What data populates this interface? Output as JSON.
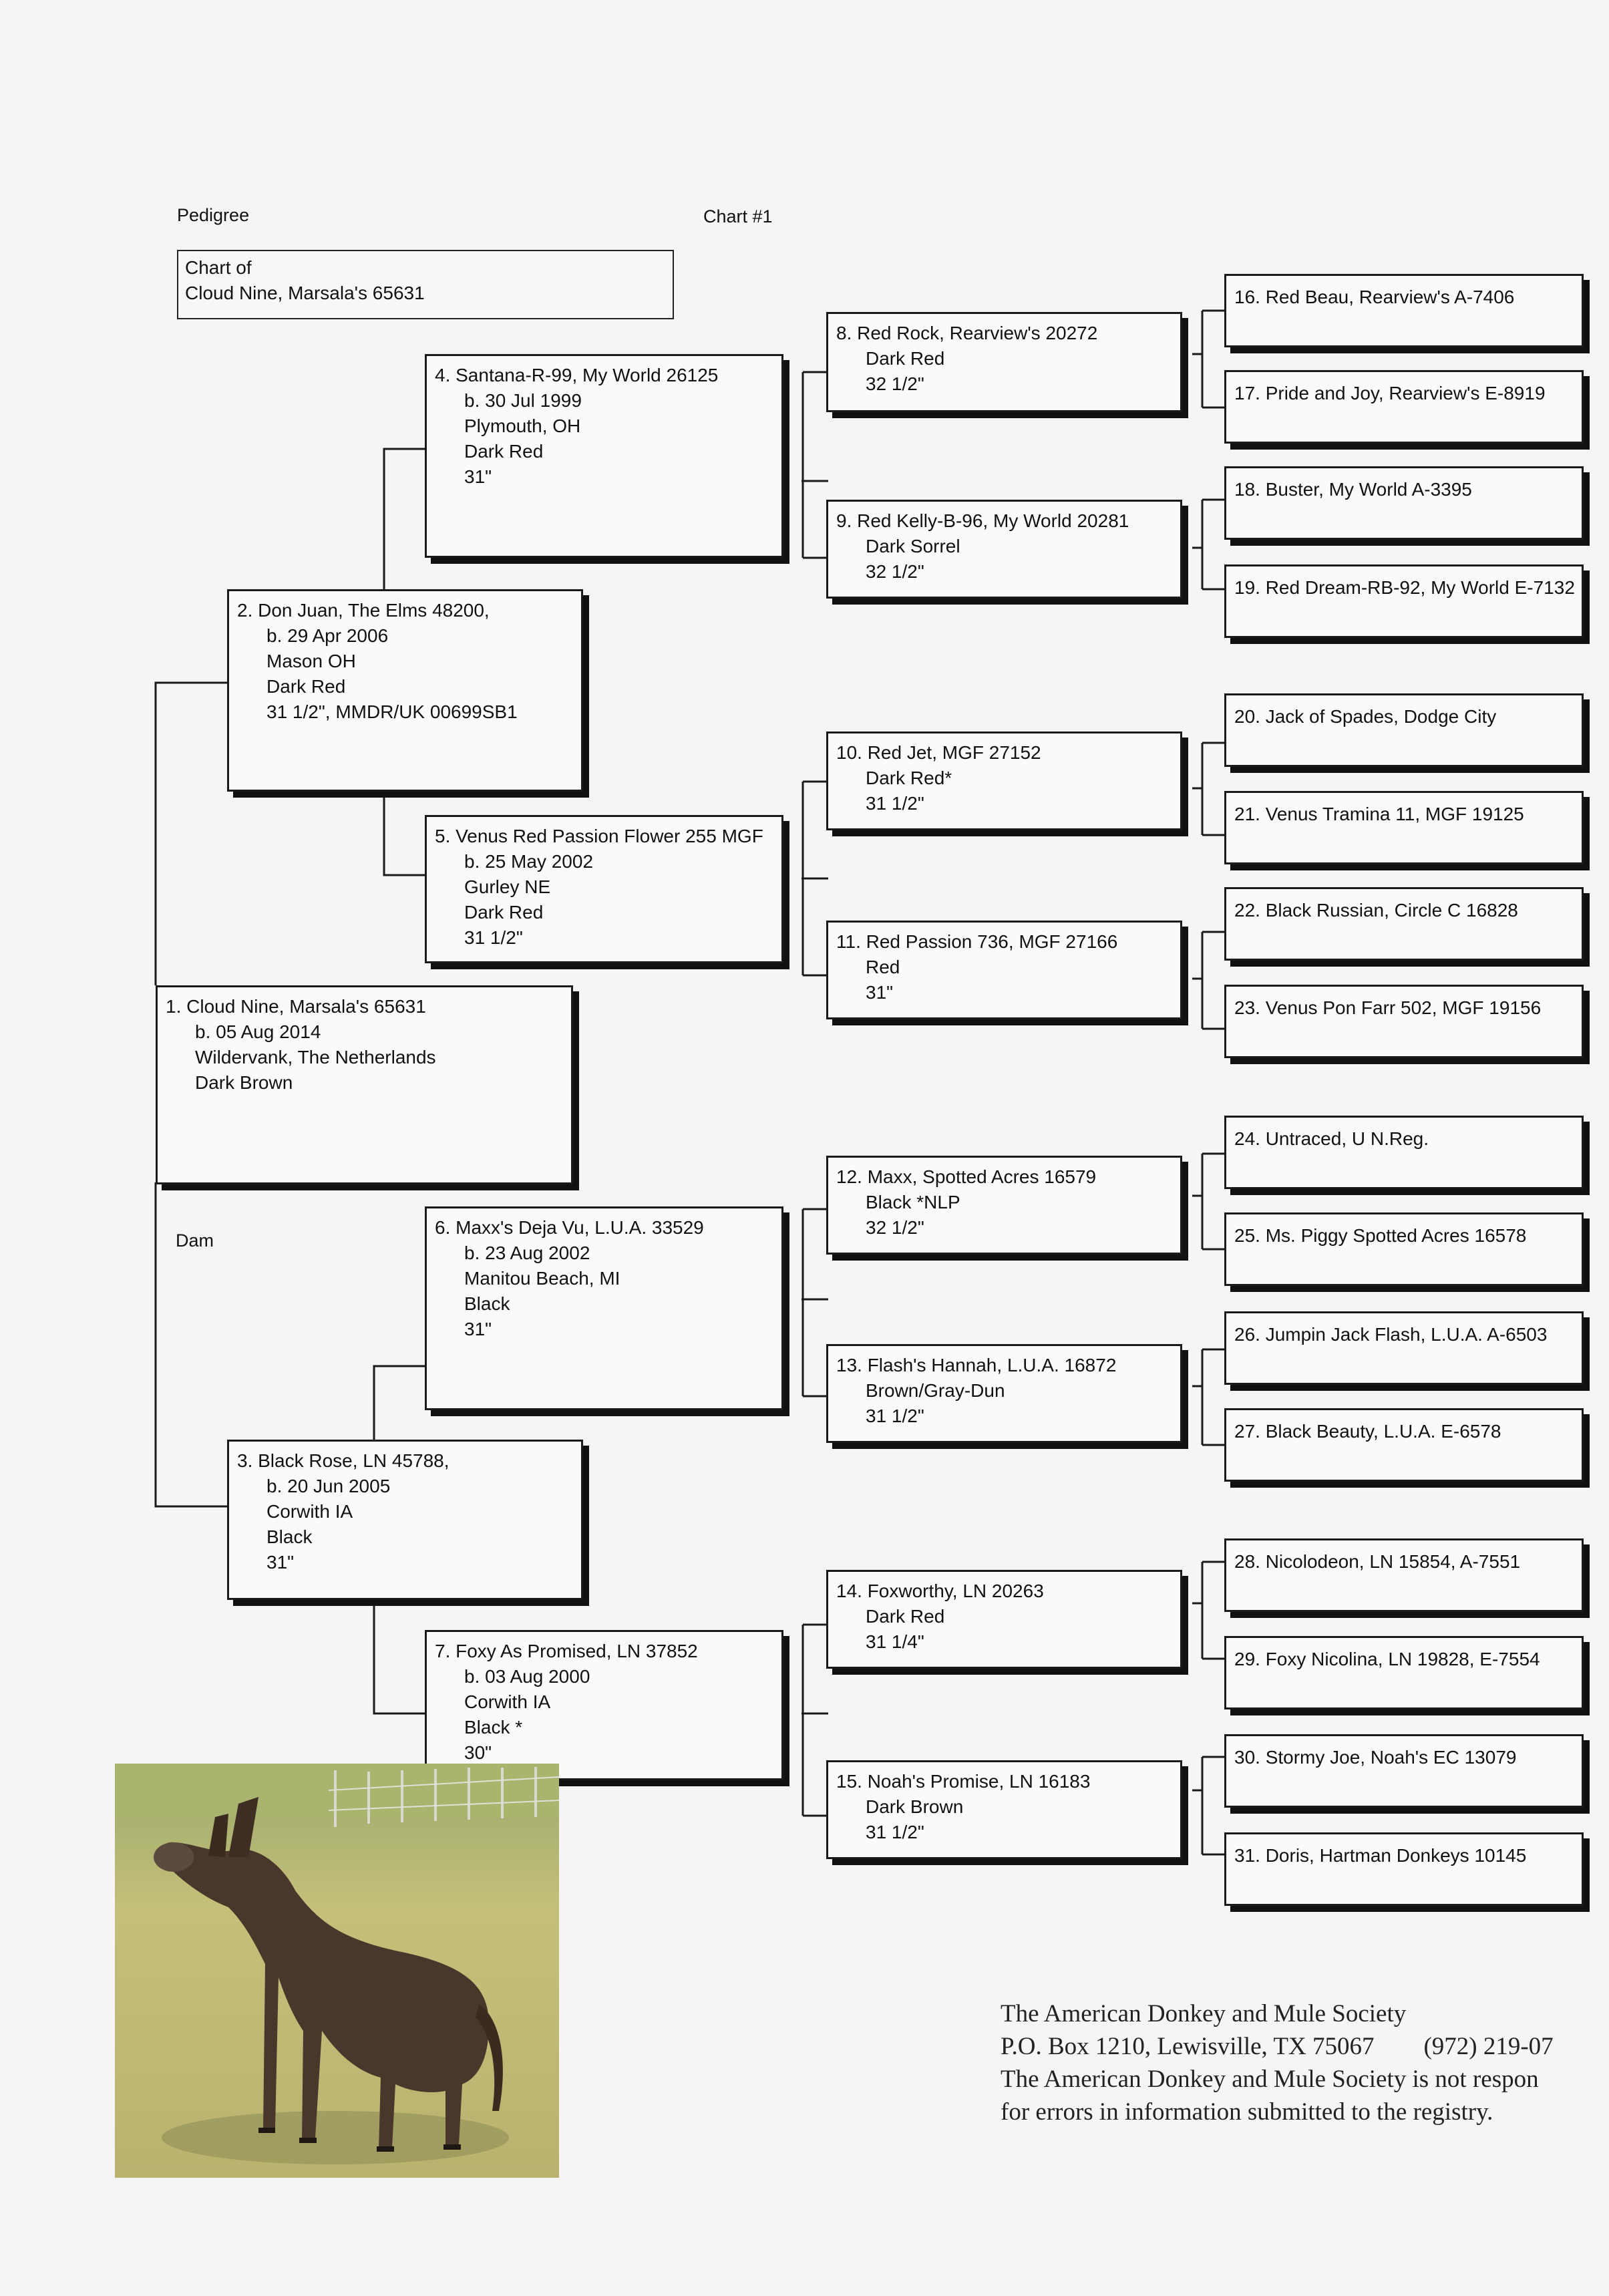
{
  "header": {
    "title": "Pedigree",
    "chart_no": "Chart #1",
    "chart_of_label": "Chart of",
    "subject": "Cloud Nine, Marsala's 65631"
  },
  "dam_label": "Dam",
  "animals": [
    {
      "id": 1,
      "name": "1. Cloud Nine, Marsala's 65631",
      "born": "b. 05 Aug 2014",
      "place": "Wildervank, The Netherlands",
      "color": "Dark Brown",
      "height": ""
    },
    {
      "id": 2,
      "name": "2. Don Juan, The Elms 48200,",
      "born": "b. 29 Apr 2006",
      "place": "Mason OH",
      "color": "Dark Red",
      "height": "31 1/2\", MMDR/UK 00699SB1"
    },
    {
      "id": 3,
      "name": "3. Black Rose, LN 45788,",
      "born": "b. 20 Jun 2005",
      "place": "Corwith IA",
      "color": "Black",
      "height": "31\""
    },
    {
      "id": 4,
      "name": "4. Santana-R-99, My World 26125",
      "born": "b. 30 Jul 1999",
      "place": "Plymouth, OH",
      "color": "Dark Red",
      "height": "31\""
    },
    {
      "id": 5,
      "name": "5. Venus Red Passion Flower 255 MGF",
      "born": "b. 25 May 2002",
      "place": "Gurley NE",
      "color": "Dark Red",
      "height": "31 1/2\""
    },
    {
      "id": 6,
      "name": "6. Maxx's Deja Vu, L.U.A. 33529",
      "born": "b. 23 Aug 2002",
      "place": "Manitou Beach, MI",
      "color": "Black",
      "height": "31\""
    },
    {
      "id": 7,
      "name": "7. Foxy As Promised, LN 37852",
      "born": "b. 03 Aug 2000",
      "place": "Corwith IA",
      "color": "Black *",
      "height": "30\""
    },
    {
      "id": 8,
      "name": "8. Red Rock, Rearview's 20272",
      "color": "Dark Red",
      "height": "32 1/2\""
    },
    {
      "id": 9,
      "name": "9. Red Kelly-B-96, My World 20281",
      "color": "Dark Sorrel",
      "height": "32 1/2\""
    },
    {
      "id": 10,
      "name": "10. Red Jet, MGF 27152",
      "color": "Dark Red*",
      "height": "31 1/2\""
    },
    {
      "id": 11,
      "name": "11. Red Passion 736, MGF 27166",
      "color": "Red",
      "height": "31\""
    },
    {
      "id": 12,
      "name": "12. Maxx, Spotted Acres 16579",
      "color": "Black *NLP",
      "height": "32 1/2\""
    },
    {
      "id": 13,
      "name": "13. Flash's Hannah, L.U.A. 16872",
      "color": "Brown/Gray-Dun",
      "height": "31 1/2\""
    },
    {
      "id": 14,
      "name": "14. Foxworthy, LN 20263",
      "color": "Dark Red",
      "height": "31 1/4\""
    },
    {
      "id": 15,
      "name": "15. Noah's Promise, LN 16183",
      "color": "Dark Brown",
      "height": "31 1/2\""
    },
    {
      "id": 16,
      "name": "16. Red Beau, Rearview's A-7406"
    },
    {
      "id": 17,
      "name": "17. Pride and Joy, Rearview's E-8919"
    },
    {
      "id": 18,
      "name": "18. Buster, My World A-3395"
    },
    {
      "id": 19,
      "name": "19. Red Dream-RB-92, My World E-7132"
    },
    {
      "id": 20,
      "name": "20. Jack of Spades, Dodge City"
    },
    {
      "id": 21,
      "name": "21. Venus Tramina 11, MGF 19125"
    },
    {
      "id": 22,
      "name": "22. Black Russian, Circle C 16828"
    },
    {
      "id": 23,
      "name": "23. Venus Pon Farr 502, MGF 19156"
    },
    {
      "id": 24,
      "name": "24. Untraced, U N.Reg."
    },
    {
      "id": 25,
      "name": "25. Ms. Piggy Spotted Acres 16578"
    },
    {
      "id": 26,
      "name": "26. Jumpin Jack Flash, L.U.A. A-6503"
    },
    {
      "id": 27,
      "name": "27. Black Beauty, L.U.A. E-6578"
    },
    {
      "id": 28,
      "name": "28. Nicolodeon, LN 15854, A-7551"
    },
    {
      "id": 29,
      "name": "29. Foxy Nicolina, LN 19828, E-7554"
    },
    {
      "id": 30,
      "name": "30. Stormy Joe, Noah's EC 13079"
    },
    {
      "id": 31,
      "name": "31. Doris, Hartman Donkeys 10145"
    }
  ],
  "footer": {
    "org": "The American Donkey and Mule Society",
    "address": "P.O. Box 1210, Lewisville, TX 75067",
    "phone": "(972) 219-07",
    "disclaimer_1": "The American Donkey and Mule Society is not respon",
    "disclaimer_2": "for errors in information submitted to the registry."
  }
}
